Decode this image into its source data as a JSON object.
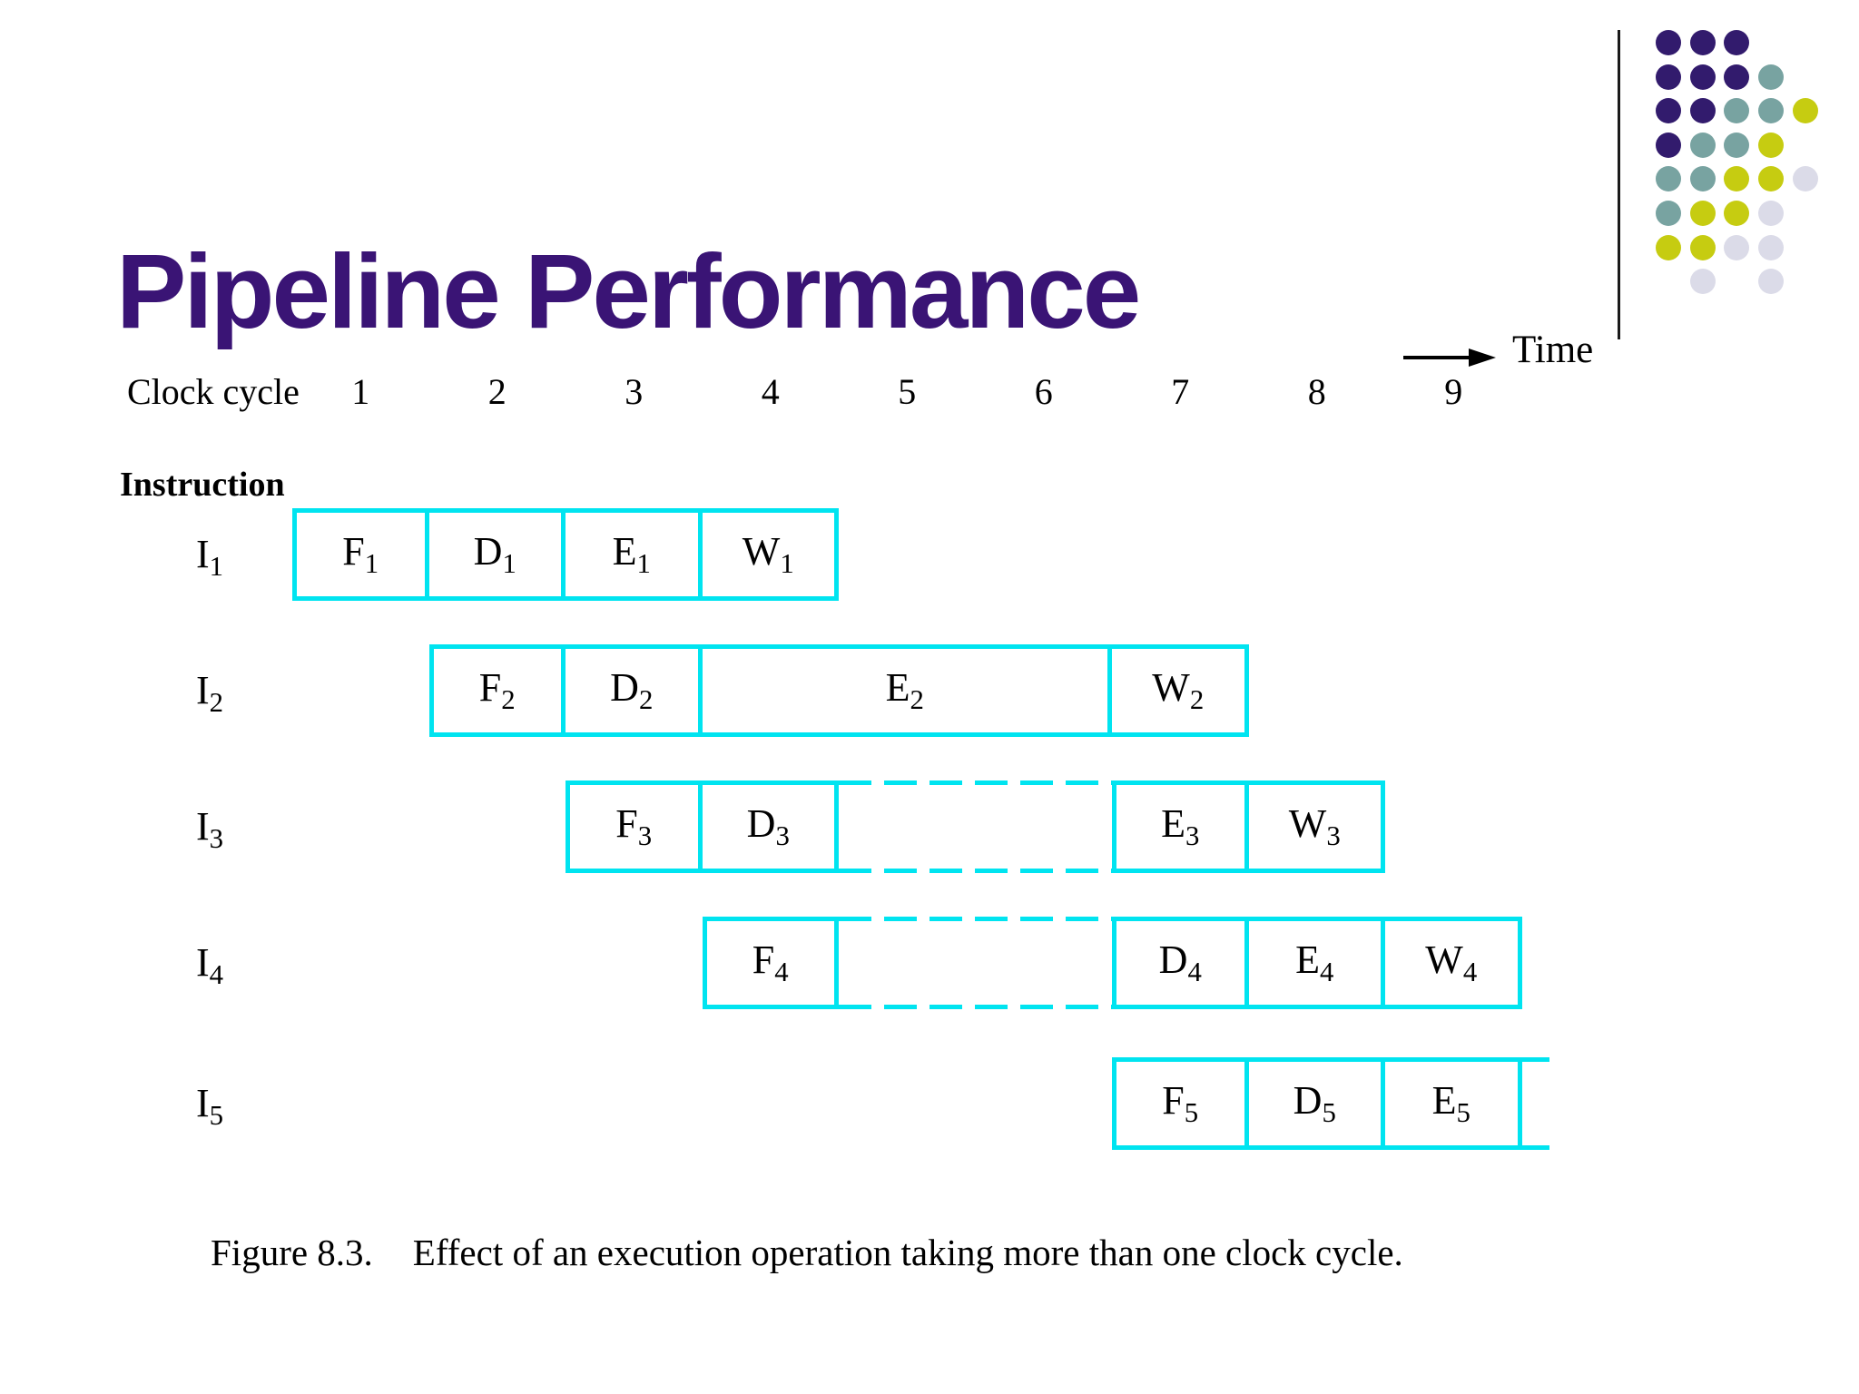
{
  "slide": {
    "title": "Pipeline Performance",
    "caption_prefix": "Figure 8.3.",
    "caption_text": "Effect of an execution operation taking more than one clock cycle."
  },
  "timeline": {
    "clock_label": "Clock cycle",
    "cycles": [
      "1",
      "2",
      "3",
      "4",
      "5",
      "6",
      "7",
      "8",
      "9"
    ],
    "time_label": "Time",
    "instruction_label": "Instruction"
  },
  "pipeline": {
    "rows": [
      {
        "label": "I",
        "sub": "1",
        "segments": [
          {
            "kind": "stage",
            "stage": "F",
            "sub": "1",
            "start": 1,
            "span": 1
          },
          {
            "kind": "stage",
            "stage": "D",
            "sub": "1",
            "start": 2,
            "span": 1
          },
          {
            "kind": "stage",
            "stage": "E",
            "sub": "1",
            "start": 3,
            "span": 1
          },
          {
            "kind": "stage",
            "stage": "W",
            "sub": "1",
            "start": 4,
            "span": 1
          }
        ]
      },
      {
        "label": "I",
        "sub": "2",
        "segments": [
          {
            "kind": "stage",
            "stage": "F",
            "sub": "2",
            "start": 2,
            "span": 1
          },
          {
            "kind": "stage",
            "stage": "D",
            "sub": "2",
            "start": 3,
            "span": 1
          },
          {
            "kind": "stage",
            "stage": "E",
            "sub": "2",
            "start": 4,
            "span": 3
          },
          {
            "kind": "stage",
            "stage": "W",
            "sub": "2",
            "start": 7,
            "span": 1
          }
        ]
      },
      {
        "label": "I",
        "sub": "3",
        "segments": [
          {
            "kind": "stage",
            "stage": "F",
            "sub": "3",
            "start": 3,
            "span": 1
          },
          {
            "kind": "stage",
            "stage": "D",
            "sub": "3",
            "start": 4,
            "span": 1
          },
          {
            "kind": "stall",
            "start": 5,
            "span": 2
          },
          {
            "kind": "stage",
            "stage": "E",
            "sub": "3",
            "start": 7,
            "span": 1
          },
          {
            "kind": "stage",
            "stage": "W",
            "sub": "3",
            "start": 8,
            "span": 1
          }
        ]
      },
      {
        "label": "I",
        "sub": "4",
        "segments": [
          {
            "kind": "stage",
            "stage": "F",
            "sub": "4",
            "start": 4,
            "span": 1
          },
          {
            "kind": "stall",
            "start": 5,
            "span": 2
          },
          {
            "kind": "stage",
            "stage": "D",
            "sub": "4",
            "start": 7,
            "span": 1
          },
          {
            "kind": "stage",
            "stage": "E",
            "sub": "4",
            "start": 8,
            "span": 1
          },
          {
            "kind": "stage",
            "stage": "W",
            "sub": "4",
            "start": 9,
            "span": 1
          }
        ]
      },
      {
        "label": "I",
        "sub": "5",
        "segments": [
          {
            "kind": "stage",
            "stage": "F",
            "sub": "5",
            "start": 7,
            "span": 1
          },
          {
            "kind": "stage",
            "stage": "D",
            "sub": "5",
            "start": 8,
            "span": 1
          },
          {
            "kind": "stage",
            "stage": "E",
            "sub": "5",
            "start": 9,
            "span": 1
          },
          {
            "kind": "partial",
            "start": 10,
            "span": 0.2
          }
        ]
      }
    ]
  },
  "colors": {
    "title_purple": "#3a1475",
    "box_cyan": "#00e4f0",
    "dot_purple": "#321b6d",
    "dot_teal": "#78a3a1",
    "dot_yellow": "#c6cc11",
    "dot_lavender": "#dbdbe8"
  },
  "decor": {
    "dot_pattern": [
      "PPP..",
      "PPPT.",
      "PPTTY",
      "PTTY.",
      "TTYYG",
      "TYYG.",
      "YYGG.",
      ".G.G."
    ]
  }
}
